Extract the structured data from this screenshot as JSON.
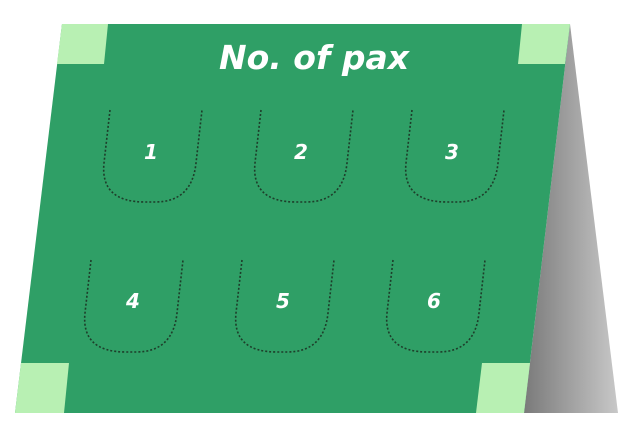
{
  "card": {
    "title": "No. of pax",
    "colors": {
      "face": "#2f9f66",
      "corner": "#b8f0b3",
      "side_light": "#c8c8c8",
      "side_dark": "#7a7a7a",
      "slot_outline": "#1e3d2a",
      "text": "#ffffff"
    },
    "slots": [
      {
        "number": "1"
      },
      {
        "number": "2"
      },
      {
        "number": "3"
      },
      {
        "number": "4"
      },
      {
        "number": "5"
      },
      {
        "number": "6"
      }
    ]
  }
}
